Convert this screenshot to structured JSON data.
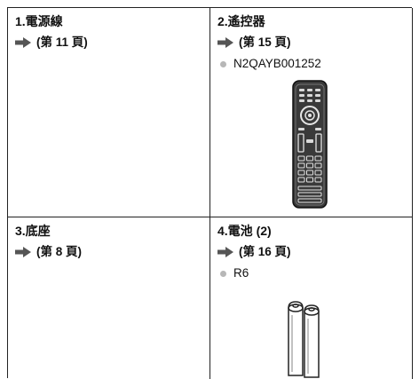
{
  "items": [
    {
      "title": "1.電源線",
      "ref": "(第 11 頁)"
    },
    {
      "title": "2.遙控器",
      "ref": "(第 15 頁)",
      "model": "N2QAYB001252"
    },
    {
      "title": "3.底座",
      "ref": "(第 8 頁)"
    },
    {
      "title": "4.電池 (2)",
      "ref": "(第 16 頁)",
      "model": "R6"
    }
  ],
  "icons": {
    "arrow": "arrow-right-icon",
    "bullet": "bullet-dot-icon"
  },
  "colors": {
    "arrow": "#555555",
    "bullet": "#b7b7b7",
    "border": "#222222"
  }
}
